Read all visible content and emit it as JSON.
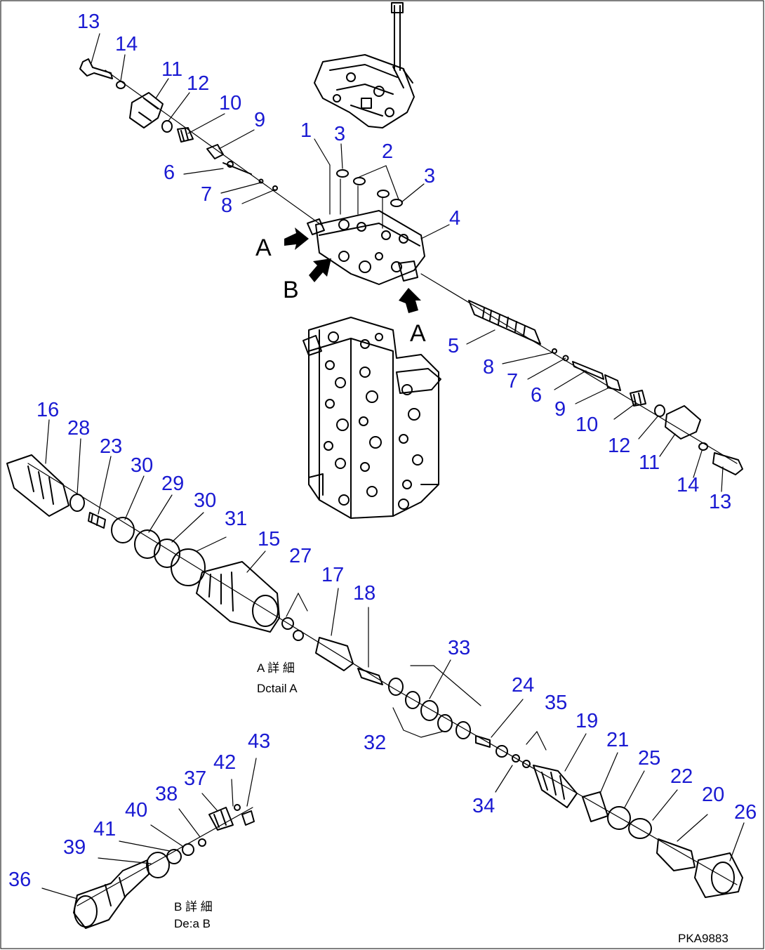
{
  "callouts": [
    {
      "id": "c13a",
      "text": "13"
    },
    {
      "id": "c14a",
      "text": "14"
    },
    {
      "id": "c11a",
      "text": "11"
    },
    {
      "id": "c12a",
      "text": "12"
    },
    {
      "id": "c10a",
      "text": "10"
    },
    {
      "id": "c9a",
      "text": "9"
    },
    {
      "id": "c6a",
      "text": "6"
    },
    {
      "id": "c7a",
      "text": "7"
    },
    {
      "id": "c8a",
      "text": "8"
    },
    {
      "id": "c1",
      "text": "1"
    },
    {
      "id": "c3a",
      "text": "3"
    },
    {
      "id": "c2",
      "text": "2"
    },
    {
      "id": "c3b",
      "text": "3"
    },
    {
      "id": "c4",
      "text": "4"
    },
    {
      "id": "c5",
      "text": "5"
    },
    {
      "id": "c8b",
      "text": "8"
    },
    {
      "id": "c7b",
      "text": "7"
    },
    {
      "id": "c6b",
      "text": "6"
    },
    {
      "id": "c9b",
      "text": "9"
    },
    {
      "id": "c10b",
      "text": "10"
    },
    {
      "id": "c12b",
      "text": "12"
    },
    {
      "id": "c11b",
      "text": "11"
    },
    {
      "id": "c14b",
      "text": "14"
    },
    {
      "id": "c13b",
      "text": "13"
    },
    {
      "id": "c16",
      "text": "16"
    },
    {
      "id": "c28",
      "text": "28"
    },
    {
      "id": "c23",
      "text": "23"
    },
    {
      "id": "c30a",
      "text": "30"
    },
    {
      "id": "c29",
      "text": "29"
    },
    {
      "id": "c30b",
      "text": "30"
    },
    {
      "id": "c31",
      "text": "31"
    },
    {
      "id": "c15",
      "text": "15"
    },
    {
      "id": "c27",
      "text": "27"
    },
    {
      "id": "c17",
      "text": "17"
    },
    {
      "id": "c18",
      "text": "18"
    },
    {
      "id": "c33",
      "text": "33"
    },
    {
      "id": "c32",
      "text": "32"
    },
    {
      "id": "c24",
      "text": "24"
    },
    {
      "id": "c35",
      "text": "35"
    },
    {
      "id": "c19",
      "text": "19"
    },
    {
      "id": "c21",
      "text": "21"
    },
    {
      "id": "c34",
      "text": "34"
    },
    {
      "id": "c25",
      "text": "25"
    },
    {
      "id": "c22",
      "text": "22"
    },
    {
      "id": "c20",
      "text": "20"
    },
    {
      "id": "c26",
      "text": "26"
    },
    {
      "id": "c43",
      "text": "43"
    },
    {
      "id": "c42",
      "text": "42"
    },
    {
      "id": "c37",
      "text": "37"
    },
    {
      "id": "c38",
      "text": "38"
    },
    {
      "id": "c40",
      "text": "40"
    },
    {
      "id": "c41",
      "text": "41"
    },
    {
      "id": "c39",
      "text": "39"
    },
    {
      "id": "c36",
      "text": "36"
    }
  ],
  "view_markers": {
    "a_top": "A",
    "b": "B",
    "a_bottom": "A"
  },
  "detail_a": {
    "jp": "A 詳 細",
    "en": "Dctail A"
  },
  "detail_b": {
    "jp": "B 詳 細",
    "en": "De:a B"
  },
  "drawing_code": "PKA9883",
  "colors": {
    "callout": "#1a1ad2",
    "ink": "#000000",
    "background": "#ffffff"
  }
}
